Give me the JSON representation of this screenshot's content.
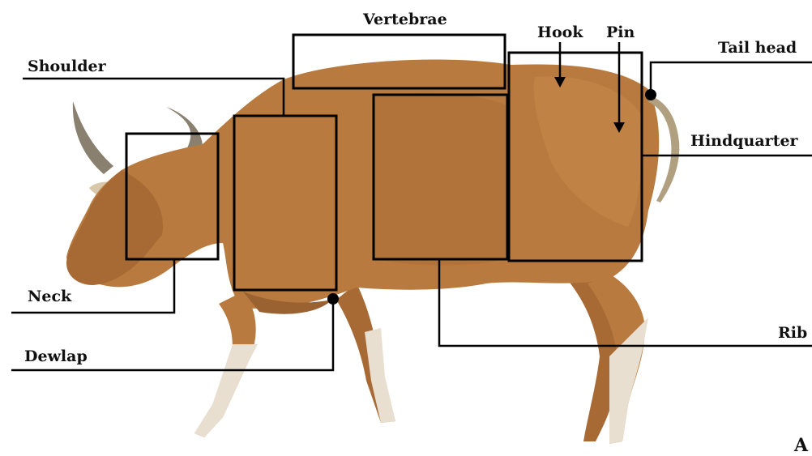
{
  "labels": {
    "vertebrae": "Vertebrae",
    "hook": "Hook",
    "pin": "Pin",
    "tail_head": "Tail head",
    "shoulder": "Shoulder",
    "hindquarter": "Hindquarter",
    "neck": "Neck",
    "dewlap": "Dewlap",
    "rib": "Rib"
  },
  "panel_label": "A",
  "colors": {
    "coat": "#b87a3e",
    "coat_dark": "#9a6230",
    "leg_white": "#e8dfd0",
    "horn": "#8a8070",
    "lines": "#000000"
  }
}
